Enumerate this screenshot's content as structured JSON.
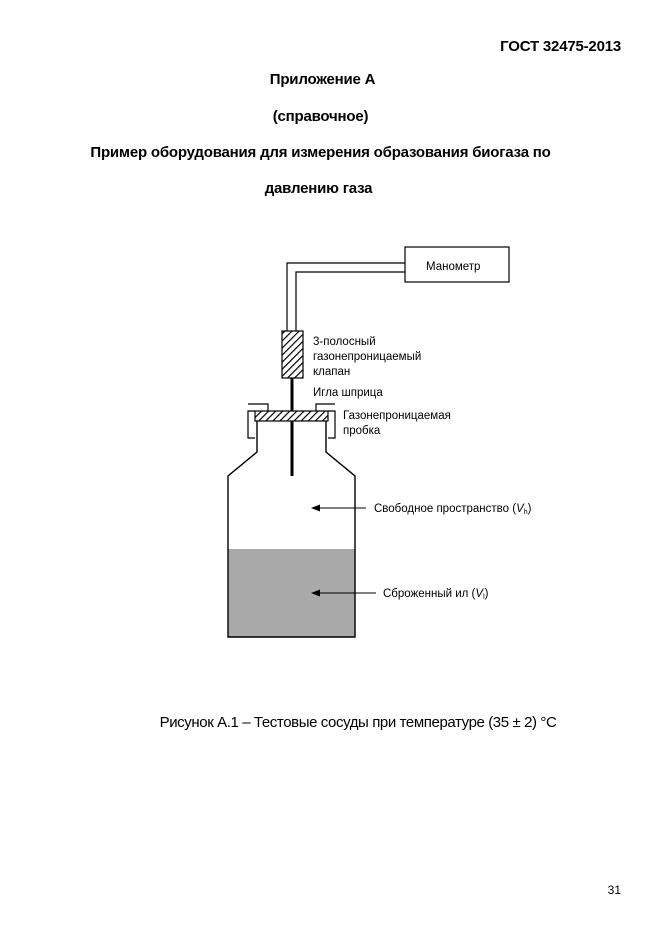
{
  "header": {
    "standard": "ГОСТ 32475-2013"
  },
  "appendix": {
    "title": "Приложение А",
    "type": "(справочное)",
    "heading_line1": "Пример оборудования для измерения образования биогаза по",
    "heading_line2": "давлению газа"
  },
  "figure": {
    "labels": {
      "manometer": "Манометр",
      "valve_line1": "3-полосный",
      "valve_line2": "газонепроницаемый",
      "valve_line3": "клапан",
      "needle": "Игла шприца",
      "stopper_line1": "Газонепроницаемая",
      "stopper_line2": "пробка",
      "headspace_text": "Свободное пространство (",
      "headspace_var": "V",
      "headspace_sub": "h",
      "headspace_close": ")",
      "sludge_text": "Сброженный ил (",
      "sludge_var": "V",
      "sludge_sub": "l",
      "sludge_close": ")"
    },
    "colors": {
      "sludge_fill": "#a9a9a9",
      "line": "#000000"
    },
    "caption": "Рисунок А.1 – Тестовые сосуды при температуре (35 ± 2) °С"
  },
  "footer": {
    "page_number": "31"
  }
}
